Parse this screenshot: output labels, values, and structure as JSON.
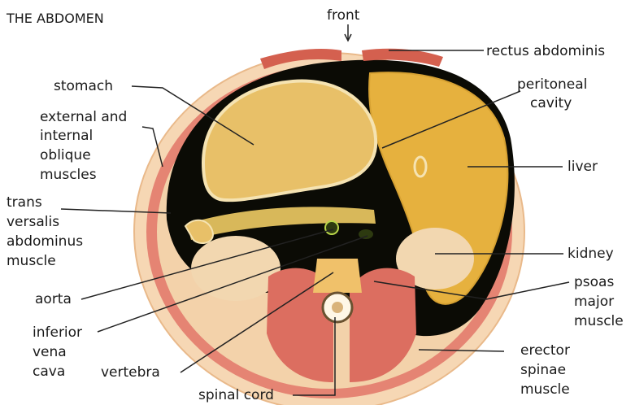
{
  "title": "THE ABDOMEN",
  "labels": {
    "front": "front",
    "rectus_abdominis": "rectus abdominis",
    "stomach": "stomach",
    "peritoneal_1": "peritoneal",
    "peritoneal_2": "cavity",
    "oblique_1": "external and",
    "oblique_2": "internal",
    "oblique_3": "oblique",
    "oblique_4": "muscles",
    "liver": "liver",
    "trans_1": "trans",
    "trans_2": "versalis",
    "trans_3": "abdominus",
    "trans_4": "muscle",
    "kidney": "kidney",
    "aorta": "aorta",
    "psoas_1": "psoas",
    "psoas_2": "major",
    "psoas_3": "muscle",
    "ivc_1": "inferior",
    "ivc_2": "vena",
    "ivc_3": "cava",
    "vertebra": "vertebra",
    "erector_1": "erector",
    "erector_2": "spinae",
    "erector_3": "muscle",
    "spinal_cord": "spinal cord"
  },
  "colors": {
    "background": "#ffffff",
    "outer_skin": "#f3c9a0",
    "muscle": "#e0786a",
    "cavity": "#0b0b05",
    "liver": "#e8b43c",
    "stomach": "#e8c068",
    "kidney": "#f2d7b0",
    "vertebra": "#f0c16a",
    "leader_line": "#222222"
  }
}
